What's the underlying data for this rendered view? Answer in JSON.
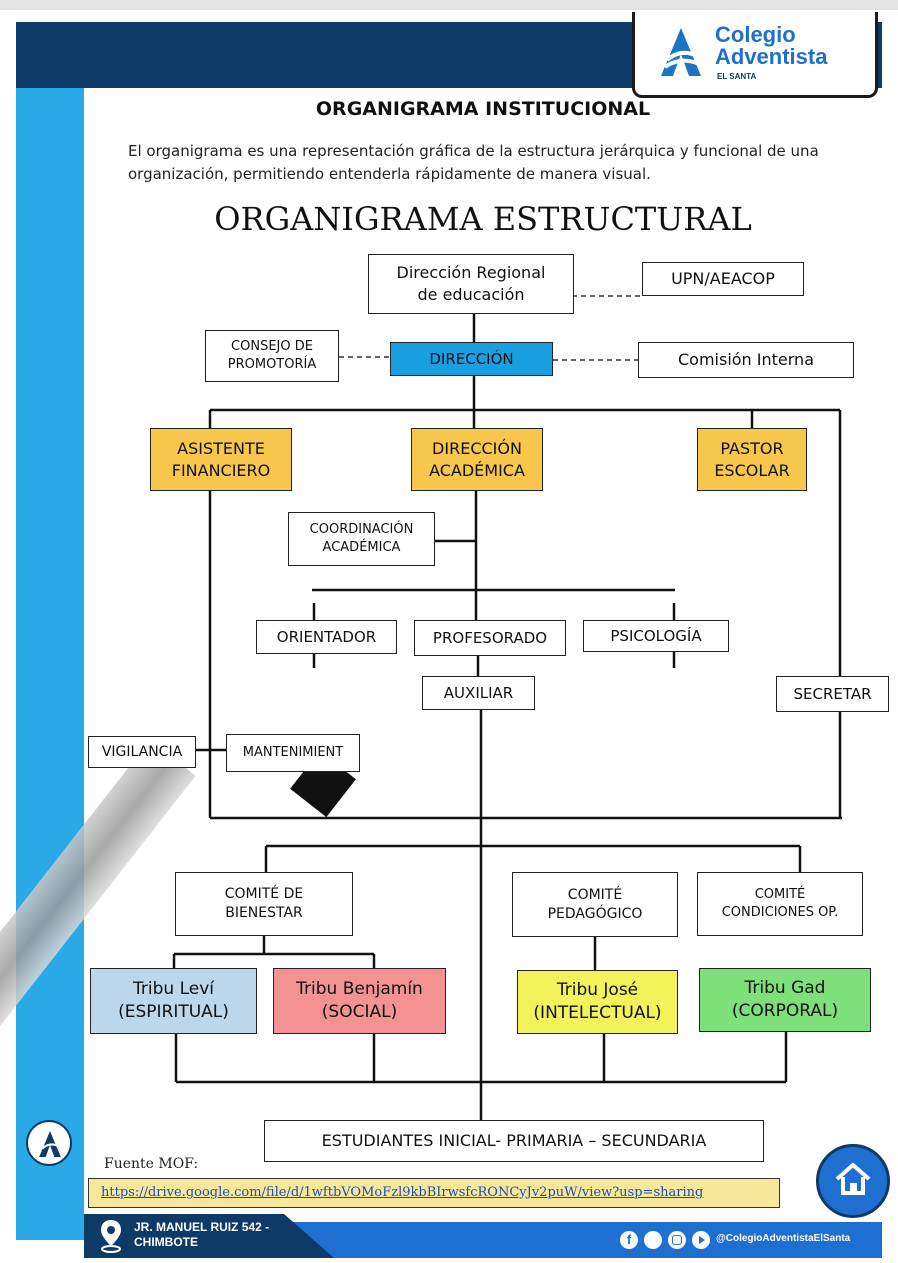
{
  "header": {
    "brand_line1": "Colegio",
    "brand_line2": "Adventista",
    "brand_sub": "EL SANTA"
  },
  "page_title": "ORGANIGRAMA INSTITUCIONAL",
  "intro": "El organigrama es una representación gráfica de la estructura jerárquica y funcional de una organización, permitiendo entenderla rápidamente de manera visual.",
  "chart_title": "ORGANIGRAMA ESTRUCTURAL",
  "nodes": {
    "direccion_regional": "Dirección Regional de educación",
    "upn": "UPN/AEACOP",
    "consejo": "CONSEJO DE PROMOTORÍA",
    "direccion": "DIRECCIÓN",
    "comision": "Comisión Interna",
    "asistente": "ASISTENTE FINANCIERO",
    "dir_academica": "DIRECCIÓN ACADÉMICA",
    "pastor": "PASTOR ESCOLAR",
    "coordinacion": "COORDINACIÓN ACADÉMICA",
    "orientador": "ORIENTADOR",
    "profesorado": "PROFESORADO",
    "psicologia": "PSICOLOGÍA",
    "auxiliar": "AUXILIAR",
    "secretar": "SECRETAR",
    "vigilancia": "VIGILANCIA",
    "mantenimiento": "MANTENIMIENT",
    "comite_bienestar": "COMITÉ DE BIENESTAR",
    "comite_pedagogico": "COMITÉ PEDAGÓGICO",
    "comite_condiciones": "COMITÉ CONDICIONES OP.",
    "tribu_levi": "Tribu Leví (ESPIRITUAL)",
    "tribu_benjamin": "Tribu Benjamín (SOCIAL)",
    "tribu_jose": "Tribu José (INTELECTUAL)",
    "tribu_gad": "Tribu Gad (CORPORAL)",
    "estudiantes": "ESTUDIANTES INICIAL- PRIMARIA – SECUNDARIA"
  },
  "source_label": "Fuente MOF:",
  "source_link": "https://drive.google.com/file/d/1wftbVOMoFzl9kbBIrwsfcRONCyJv2puW/view?usp=sharing",
  "footer": {
    "address": "JR. MANUEL RUIZ 542 - CHIMBOTE",
    "social": "@ColegioAdventistaElSanta"
  },
  "colors": {
    "navy": "#0d3a66",
    "sky": "#1aa0e0",
    "accent_blue": "#1e6fd0"
  }
}
